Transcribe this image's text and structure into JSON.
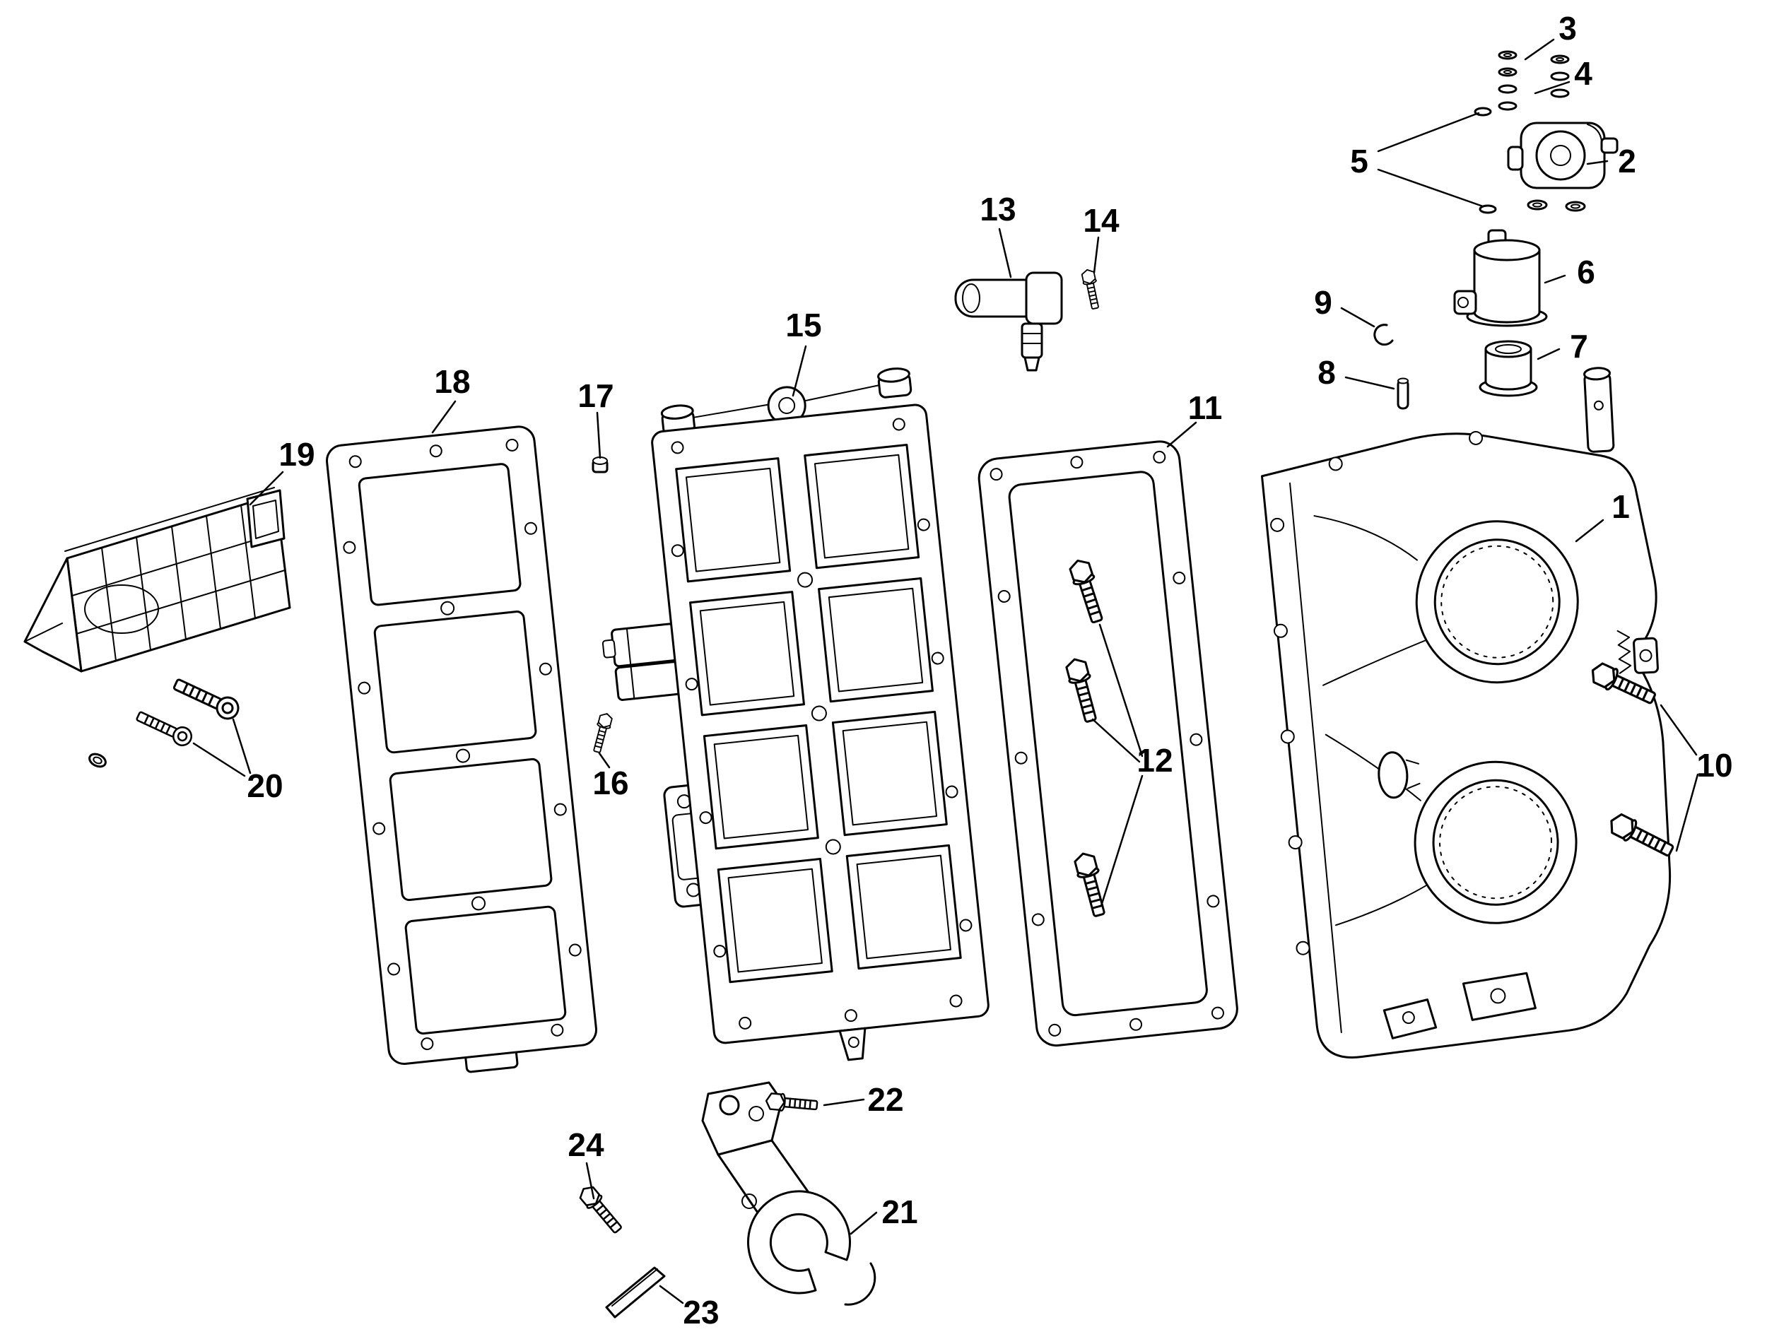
{
  "figure": {
    "background_color": "#ffffff",
    "line_color": "#000000",
    "label_color": "#000000"
  },
  "callouts": [
    "1",
    "2",
    "3",
    "4",
    "5",
    "6",
    "7",
    "8",
    "9",
    "10",
    "11",
    "12",
    "13",
    "14",
    "15",
    "16",
    "17",
    "18",
    "19",
    "20",
    "21",
    "22",
    "23",
    "24"
  ]
}
